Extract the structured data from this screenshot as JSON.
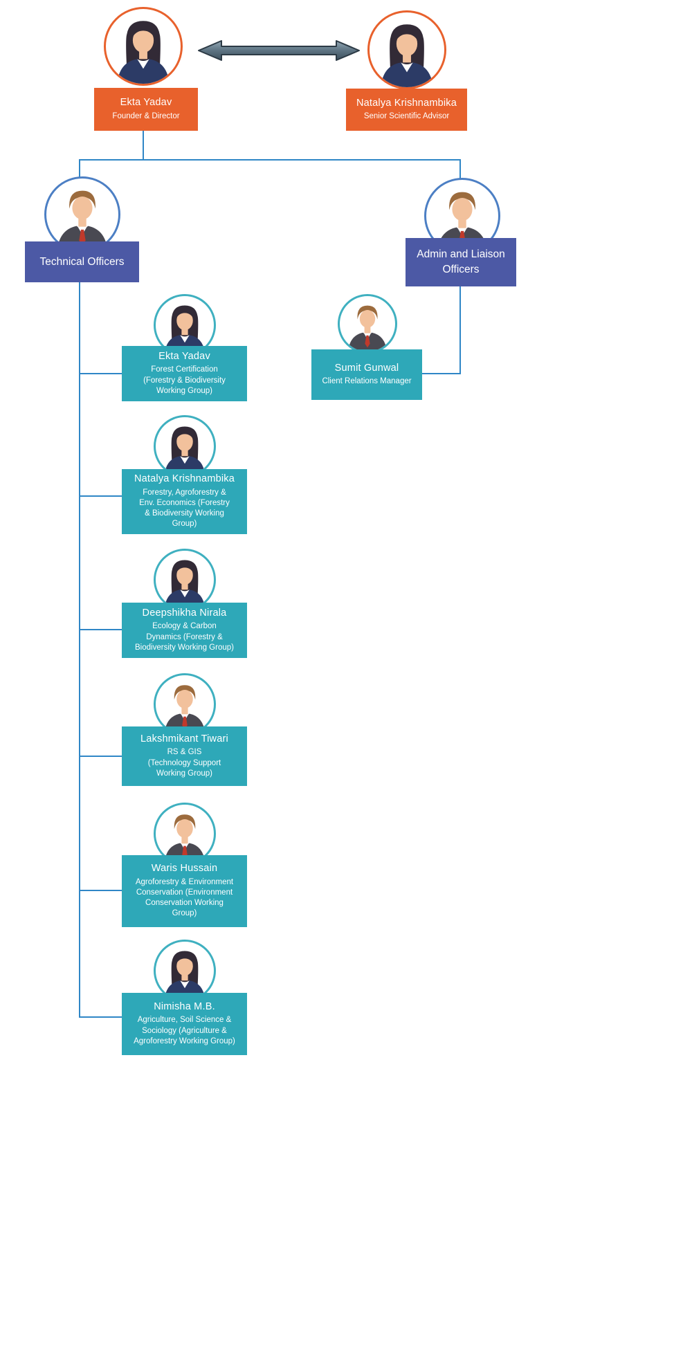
{
  "palette": {
    "orange": "#e8612c",
    "indigo": "#4c59a5",
    "teal": "#2ea8b8",
    "connector_blue": "#2f86c6",
    "arrow_fill": "#5d7382",
    "arrow_outline": "#2c3a45"
  },
  "top_row": {
    "founder": {
      "name": "Ekta Yadav",
      "role": "Founder & Director",
      "avatar": "female-avatar"
    },
    "advisor": {
      "name": "Natalya Krishnambika",
      "role": "Senior Scientific Advisor",
      "avatar": "female-avatar"
    }
  },
  "branches": {
    "technical": {
      "label": "Technical Officers",
      "avatar": "male-avatar"
    },
    "admin": {
      "label": "Admin and Liaison\nOfficers",
      "avatar": "male-avatar"
    }
  },
  "admin_team": {
    "member": {
      "name": "Sumit Gunwal",
      "role": "Client Relations Manager",
      "avatar": "male-avatar"
    }
  },
  "technical_team": [
    {
      "name": "Ekta Yadav",
      "role": "Forest Certification\n(Forestry & Biodiversity\nWorking Group)",
      "avatar": "female-avatar"
    },
    {
      "name": "Natalya Krishnambika",
      "role": "Forestry, Agroforestry &\nEnv. Economics (Forestry\n& Biodiversity Working\nGroup)",
      "avatar": "female-avatar"
    },
    {
      "name": "Deepshikha Nirala",
      "role": "Ecology & Carbon\nDynamics (Forestry &\nBiodiversity Working Group)",
      "avatar": "female-avatar"
    },
    {
      "name": "Lakshmikant Tiwari",
      "role": "RS & GIS\n(Technology Support\nWorking Group)",
      "avatar": "male-avatar"
    },
    {
      "name": "Waris Hussain",
      "role": "Agroforestry & Environment\nConservation (Environment\nConservation Working\nGroup)",
      "avatar": "male-avatar"
    },
    {
      "name": "Nimisha M.B.",
      "role": "Agriculture, Soil Science &\nSociology (Agriculture &\nAgroforestry Working Group)",
      "avatar": "female-avatar"
    }
  ]
}
